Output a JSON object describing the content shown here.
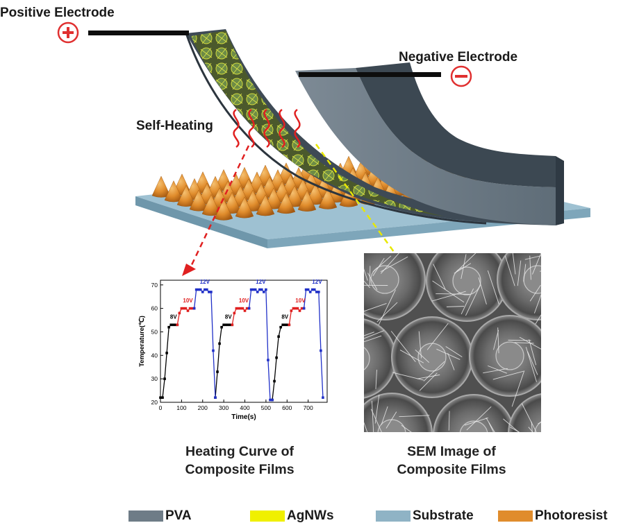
{
  "labels": {
    "positive_electrode": "Positive Electrode",
    "negative_electrode": "Negative Electrode",
    "self_heating": "Self-Heating"
  },
  "captions": {
    "heating_line1": "Heating Curve of",
    "heating_line2": "Composite Films",
    "sem_line1": "SEM Image of",
    "sem_line2": "Composite Films"
  },
  "legend": [
    {
      "label": "PVA",
      "color": "#6e7c87"
    },
    {
      "label": "AgNWs",
      "color": "#f0f000"
    },
    {
      "label": "Substrate",
      "color": "#8fb3c5"
    },
    {
      "label": "Photoresist",
      "color": "#e08c2c"
    }
  ],
  "colors": {
    "heating_arrow": "#e02020",
    "sem_arrow": "#e8e800",
    "electrode_symbol": "#e03030"
  },
  "chart_data": {
    "type": "line",
    "xlabel": "Time(s)",
    "ylabel": "Temperature(℃)",
    "xlim": [
      0,
      790
    ],
    "ylim": [
      20,
      72
    ],
    "xticks": [
      0,
      100,
      200,
      300,
      400,
      500,
      600,
      700
    ],
    "yticks": [
      20,
      30,
      40,
      50,
      60,
      70
    ],
    "annotations": [
      {
        "text": "8V",
        "x": 62,
        "y": 55
      },
      {
        "text": "10V",
        "x": 130,
        "y": 62
      },
      {
        "text": "12V",
        "x": 210,
        "y": 70
      },
      {
        "text": "8V",
        "x": 322,
        "y": 55
      },
      {
        "text": "10V",
        "x": 395,
        "y": 62
      },
      {
        "text": "12V",
        "x": 475,
        "y": 70
      },
      {
        "text": "8V",
        "x": 590,
        "y": 55
      },
      {
        "text": "10V",
        "x": 663,
        "y": 62
      },
      {
        "text": "12V",
        "x": 742,
        "y": 70
      }
    ],
    "series": [
      {
        "name": "8V",
        "color": "#000000",
        "segments": [
          [
            [
              0,
              22
            ],
            [
              10,
              22
            ],
            [
              20,
              30
            ],
            [
              30,
              41
            ],
            [
              40,
              52
            ],
            [
              50,
              53
            ],
            [
              60,
              53
            ],
            [
              70,
              53
            ],
            [
              80,
              53
            ]
          ],
          [
            [
              260,
              22
            ],
            [
              270,
              33
            ],
            [
              280,
              45
            ],
            [
              290,
              52
            ],
            [
              300,
              53
            ],
            [
              310,
              53
            ],
            [
              320,
              53
            ],
            [
              330,
              53
            ],
            [
              340,
              53
            ]
          ],
          [
            [
              530,
              21
            ],
            [
              540,
              29
            ],
            [
              550,
              39
            ],
            [
              560,
              48
            ],
            [
              570,
              52
            ],
            [
              580,
              53
            ],
            [
              590,
              53
            ],
            [
              600,
              53
            ],
            [
              610,
              53
            ]
          ]
        ]
      },
      {
        "name": "10V",
        "color": "#e02020",
        "segments": [
          [
            [
              80,
              53
            ],
            [
              90,
              58
            ],
            [
              100,
              60
            ],
            [
              110,
              60
            ],
            [
              120,
              60
            ],
            [
              130,
              59
            ],
            [
              140,
              60
            ],
            [
              150,
              60
            ],
            [
              160,
              60
            ]
          ],
          [
            [
              340,
              53
            ],
            [
              350,
              58
            ],
            [
              360,
              60
            ],
            [
              370,
              60
            ],
            [
              380,
              60
            ],
            [
              390,
              60
            ],
            [
              400,
              59
            ],
            [
              410,
              60
            ],
            [
              420,
              60
            ]
          ],
          [
            [
              610,
              53
            ],
            [
              620,
              59
            ],
            [
              630,
              60
            ],
            [
              640,
              60
            ],
            [
              650,
              60
            ],
            [
              660,
              59
            ],
            [
              670,
              60
            ],
            [
              680,
              60
            ]
          ]
        ]
      },
      {
        "name": "12V",
        "color": "#2030c8",
        "segments": [
          [
            [
              160,
              60
            ],
            [
              170,
              68
            ],
            [
              180,
              68
            ],
            [
              190,
              68
            ],
            [
              200,
              67
            ],
            [
              210,
              68
            ],
            [
              220,
              68
            ],
            [
              230,
              67
            ],
            [
              240,
              67
            ],
            [
              250,
              42
            ],
            [
              260,
              22
            ]
          ],
          [
            [
              420,
              60
            ],
            [
              430,
              68
            ],
            [
              440,
              68
            ],
            [
              450,
              68
            ],
            [
              460,
              67
            ],
            [
              470,
              68
            ],
            [
              480,
              68
            ],
            [
              490,
              67
            ],
            [
              500,
              68
            ],
            [
              510,
              38
            ],
            [
              520,
              21
            ],
            [
              530,
              21
            ]
          ],
          [
            [
              680,
              60
            ],
            [
              690,
              68
            ],
            [
              700,
              68
            ],
            [
              710,
              67
            ],
            [
              720,
              68
            ],
            [
              730,
              68
            ],
            [
              740,
              67
            ],
            [
              750,
              67
            ],
            [
              760,
              42
            ],
            [
              770,
              22
            ]
          ]
        ]
      }
    ]
  }
}
